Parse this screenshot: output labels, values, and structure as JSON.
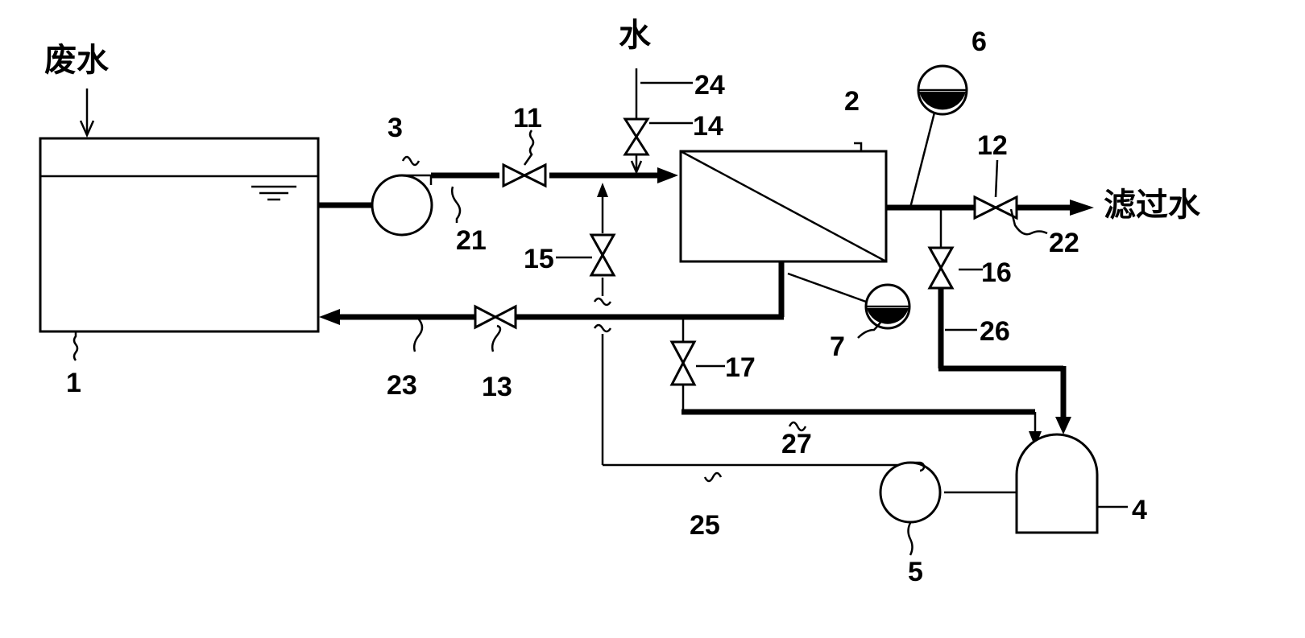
{
  "labels": {
    "wastewater": "废水",
    "water": "水",
    "filtrate": "滤过水"
  },
  "numbers": {
    "tank": "1",
    "membrane_module": "2",
    "feed_pump": "3",
    "backwash_tank": "4",
    "backwash_pump": "5",
    "gauge_filtrate": "6",
    "gauge_concentrate": "7",
    "valve_11": "11",
    "valve_12": "12",
    "valve_13": "13",
    "valve_14": "14",
    "valve_15": "15",
    "valve_16": "16",
    "valve_17": "17",
    "line_21": "21",
    "line_22": "22",
    "line_23": "23",
    "line_24": "24",
    "line_25": "25",
    "line_26": "26",
    "line_27": "27"
  }
}
